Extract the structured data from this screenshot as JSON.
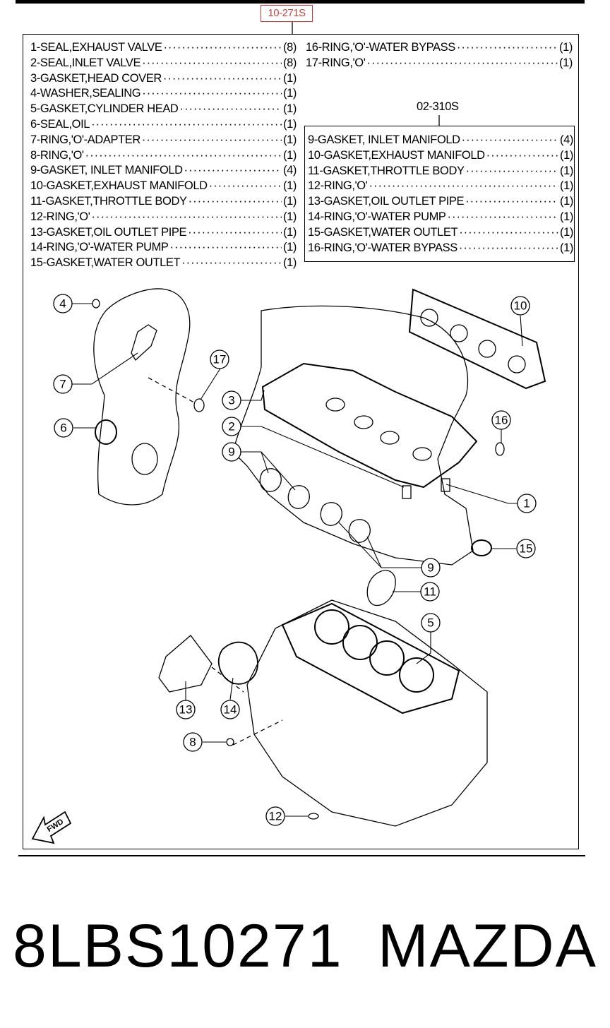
{
  "header": {
    "reference_code": "10-271S",
    "sub_reference_code": "02-310S"
  },
  "parts_left": [
    {
      "no": "1",
      "name": "SEAL,EXHAUST VALVE",
      "qty": "(8)"
    },
    {
      "no": "2",
      "name": "SEAL,INLET VALVE",
      "qty": "(8)"
    },
    {
      "no": "3",
      "name": "GASKET,HEAD COVER",
      "qty": "(1)"
    },
    {
      "no": "4",
      "name": "WASHER,SEALING",
      "qty": "(1)"
    },
    {
      "no": "5",
      "name": "GASKET,CYLINDER HEAD",
      "qty": "(1)"
    },
    {
      "no": "6",
      "name": "SEAL,OIL",
      "qty": "(1)"
    },
    {
      "no": "7",
      "name": "RING,'O'-ADAPTER",
      "qty": "(1)"
    },
    {
      "no": "8",
      "name": "RING,'O'",
      "qty": "(1)"
    },
    {
      "no": "9",
      "name": "GASKET, INLET MANIFOLD",
      "qty": "(4)"
    },
    {
      "no": "10",
      "name": "GASKET,EXHAUST MANIFOLD",
      "qty": "(1)"
    },
    {
      "no": "11",
      "name": "GASKET,THROTTLE BODY",
      "qty": "(1)"
    },
    {
      "no": "12",
      "name": "RING,'O'",
      "qty": "(1)"
    },
    {
      "no": "13",
      "name": "GASKET,OIL OUTLET PIPE",
      "qty": "(1)"
    },
    {
      "no": "14",
      "name": "RING,'O'-WATER PUMP",
      "qty": "(1)"
    },
    {
      "no": "15",
      "name": "GASKET,WATER OUTLET",
      "qty": "(1)"
    }
  ],
  "parts_right": [
    {
      "no": "16",
      "name": "RING,'O'-WATER BYPASS",
      "qty": "(1)"
    },
    {
      "no": "17",
      "name": "RING,'O'",
      "qty": "(1)"
    }
  ],
  "parts_box": [
    {
      "no": "9",
      "name": "GASKET, INLET MANIFOLD",
      "qty": "(4)"
    },
    {
      "no": "10",
      "name": "GASKET,EXHAUST MANIFOLD",
      "qty": "(1)"
    },
    {
      "no": "11",
      "name": "GASKET,THROTTLE BODY",
      "qty": "(1)"
    },
    {
      "no": "12",
      "name": "RING,'O'",
      "qty": "(1)"
    },
    {
      "no": "13",
      "name": "GASKET,OIL OUTLET PIPE",
      "qty": "(1)"
    },
    {
      "no": "14",
      "name": "RING,'O'-WATER PUMP",
      "qty": "(1)"
    },
    {
      "no": "15",
      "name": "GASKET,WATER OUTLET",
      "qty": "(1)"
    },
    {
      "no": "16",
      "name": "RING,'O'-WATER BYPASS",
      "qty": "(1)"
    }
  ],
  "callouts": [
    "1",
    "2",
    "3",
    "4",
    "5",
    "6",
    "7",
    "8",
    "9",
    "9",
    "10",
    "11",
    "12",
    "13",
    "14",
    "15",
    "16",
    "17"
  ],
  "fwd_label": "FWD",
  "footer": {
    "part_number": "8LBS10271",
    "brand": "MAZDA"
  }
}
